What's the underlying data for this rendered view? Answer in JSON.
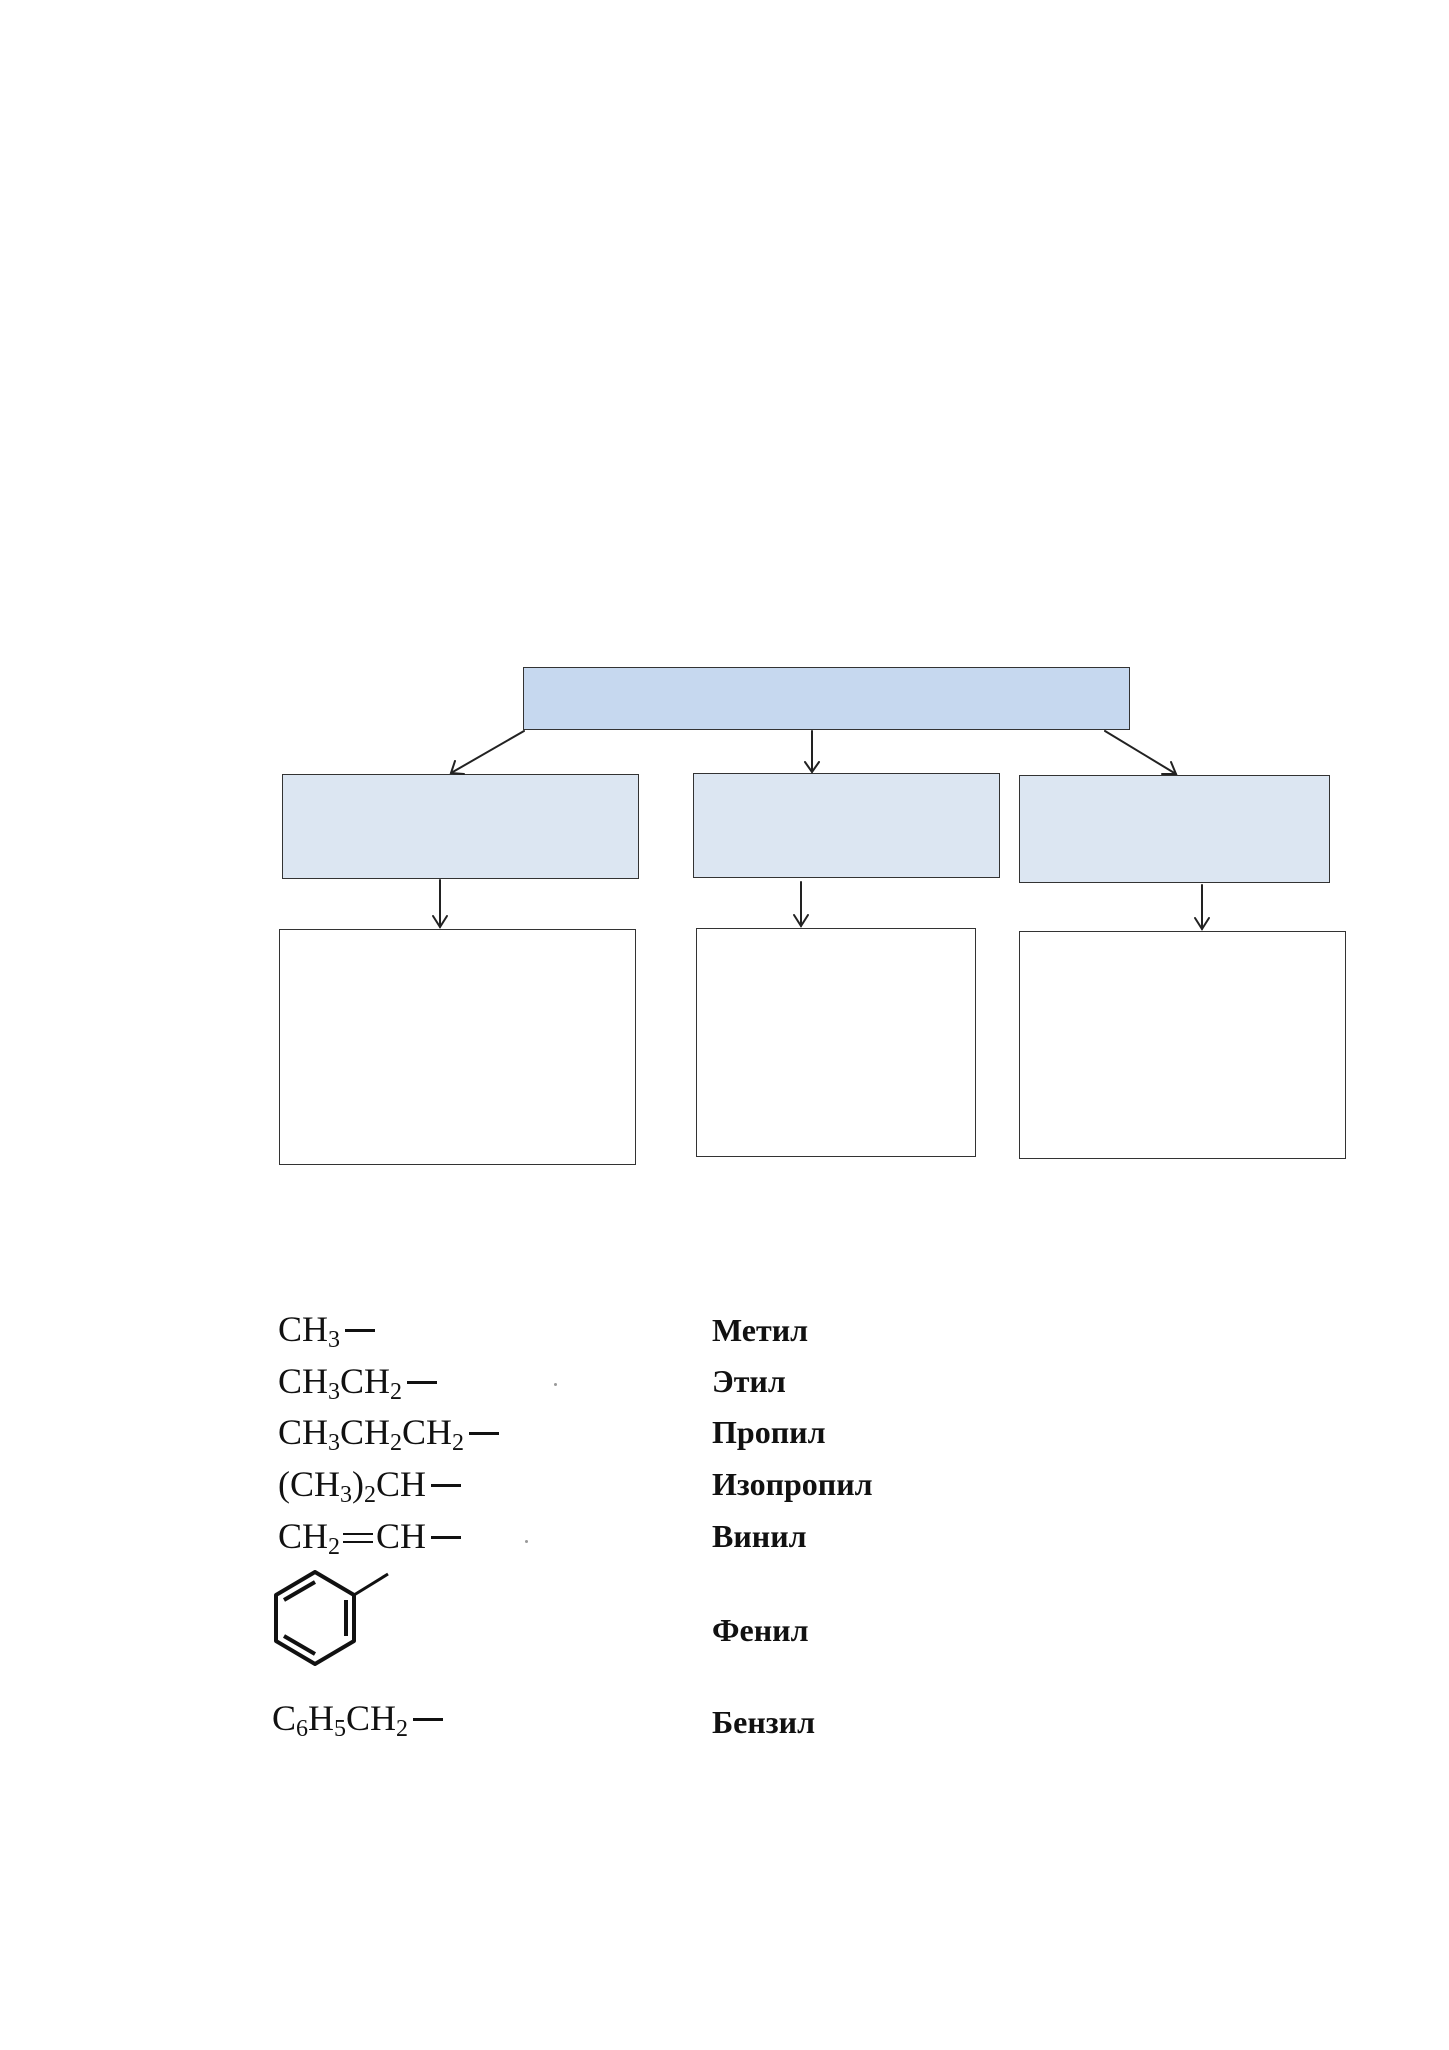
{
  "diagram": {
    "colors": {
      "top_box_fill": "#c6d8ef",
      "mid_box_fill": "#dce6f2",
      "bottom_box_fill": "#ffffff",
      "border": "#333333",
      "arrow": "#222222"
    },
    "top_box": {
      "label": ""
    },
    "mid_boxes": [
      {
        "label": ""
      },
      {
        "label": ""
      },
      {
        "label": ""
      }
    ],
    "bottom_boxes": [
      {
        "label": ""
      },
      {
        "label": ""
      },
      {
        "label": ""
      }
    ]
  },
  "radicals": [
    {
      "formula": "CH₃—",
      "name": "Метил"
    },
    {
      "formula": "CH₃CH₂—",
      "name": "Этил"
    },
    {
      "formula": "CH₃CH₂CH₂—",
      "name": "Пропил"
    },
    {
      "formula": "(CH₃)₂CH—",
      "name": "Изопропил"
    },
    {
      "formula": "CH₂=CH—",
      "name": "Винил"
    },
    {
      "formula": "phenyl-ring-structure",
      "name": "Фенил"
    },
    {
      "formula": "C₆H₅CH₂—",
      "name": "Бензил"
    }
  ]
}
